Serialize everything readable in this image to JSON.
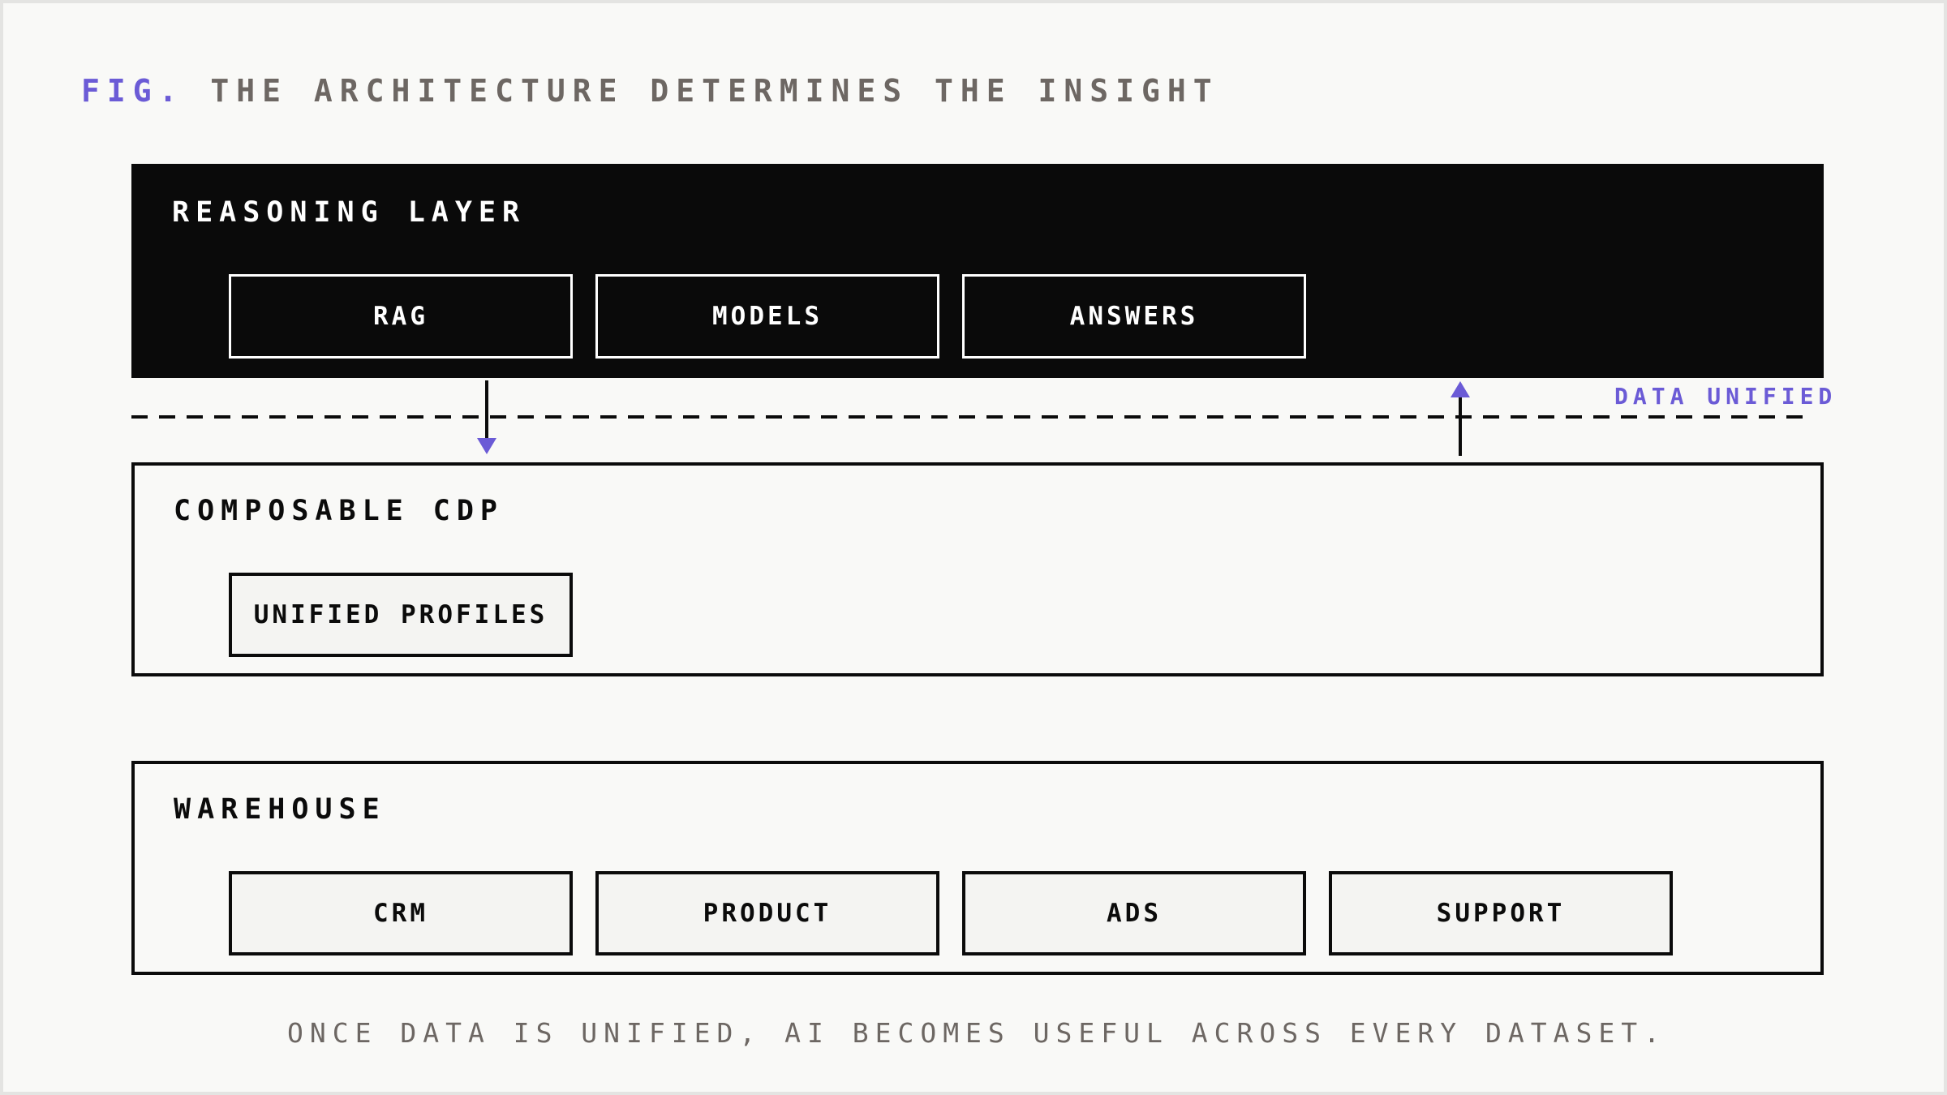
{
  "figure": {
    "label": "FIG.",
    "title": "THE ARCHITECTURE DETERMINES THE INSIGHT"
  },
  "layers": {
    "reasoning": {
      "title": "REASONING LAYER",
      "items": [
        "RAG",
        "MODELS",
        "ANSWERS"
      ]
    },
    "cdp": {
      "title": "COMPOSABLE CDP",
      "items": [
        "UNIFIED PROFILES"
      ]
    },
    "warehouse": {
      "title": "WAREHOUSE",
      "items": [
        "CRM",
        "PRODUCT",
        "ADS",
        "SUPPORT"
      ]
    }
  },
  "connector": {
    "label": "DATA UNIFIED"
  },
  "caption": "ONCE DATA IS UNIFIED, AI BECOMES USEFUL ACROSS EVERY DATASET.",
  "colors": {
    "accent": "#6b5bd6",
    "ink": "#0b0b0b",
    "muted": "#6d6763",
    "background": "#f9f9f7"
  }
}
